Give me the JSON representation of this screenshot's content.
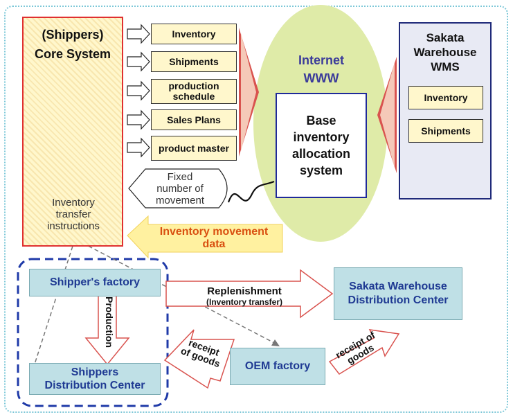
{
  "core_system": {
    "line1": "(Shippers)",
    "line2": "Core System"
  },
  "data_items": [
    "Inventory",
    "Shipments",
    "production schedule",
    "Sales Plans",
    "product master"
  ],
  "internet": {
    "line1": "Internet",
    "line2": "WWW"
  },
  "base_system": {
    "line1": "Base",
    "line2": "inventory",
    "line3": "allocation",
    "line4": "system"
  },
  "wms": {
    "line1": "Sakata",
    "line2": "Warehouse",
    "line3": "WMS",
    "items": [
      "Inventory",
      "Shipments"
    ]
  },
  "fixed_number": {
    "line1": "Fixed",
    "line2": "number of",
    "line3": "movement"
  },
  "transfer_instructions": {
    "line1": "Inventory",
    "line2": "transfer",
    "line3": "instructions"
  },
  "movement_data": {
    "line1": "Inventory movement",
    "line2": "data"
  },
  "shipper_factory": "Shipper's factory",
  "shippers_dc": {
    "line1": "Shippers",
    "line2": "Distribution Center"
  },
  "sakata_dc": {
    "line1": "Sakata Warehouse",
    "line2": "Distribution Center"
  },
  "oem_factory": "OEM factory",
  "production_label": "Production",
  "replenishment": {
    "line1": "Replenishment",
    "line2": "(Inventory transfer)"
  },
  "receipt_left": {
    "line1": "receipt",
    "line2": "of goods"
  },
  "receipt_right": {
    "line1": "receipt of",
    "line2": "goods"
  },
  "colors": {
    "accent_red": "#e03030",
    "navy": "#1f2a7a",
    "teal_box": "#bfe0e6",
    "yellow_box": "#fff7cc",
    "orange_text": "#d94f10"
  }
}
